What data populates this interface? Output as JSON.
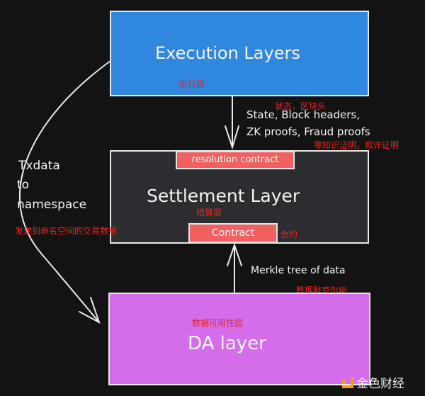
{
  "execution": {
    "title": "Execution Layers",
    "cn": "执行层",
    "color": "#2f87de"
  },
  "arrow_down": {
    "line1": "State, Block headers,",
    "line2": "ZK proofs, Fraud proofs",
    "cn_top": "状态，区块头",
    "cn_bottom": "零知识证明，欺诈证明"
  },
  "settlement": {
    "title": "Settlement Layer",
    "cn": "结算层",
    "resolution": "resolution contract",
    "contract": "Contract",
    "contract_cn": "合约",
    "color": "#2b2d31"
  },
  "arrow_up": {
    "label": "Merkle tree of data",
    "cn": "数据默克尔树"
  },
  "curve": {
    "line1": "Txdata",
    "line2": "to",
    "line3": "namespace",
    "cn": "发送到命名空间的交易数据"
  },
  "da": {
    "title": "DA layer",
    "cn": "数据可用性层",
    "color": "#d36de9"
  },
  "watermark": {
    "text": "金色财经"
  }
}
